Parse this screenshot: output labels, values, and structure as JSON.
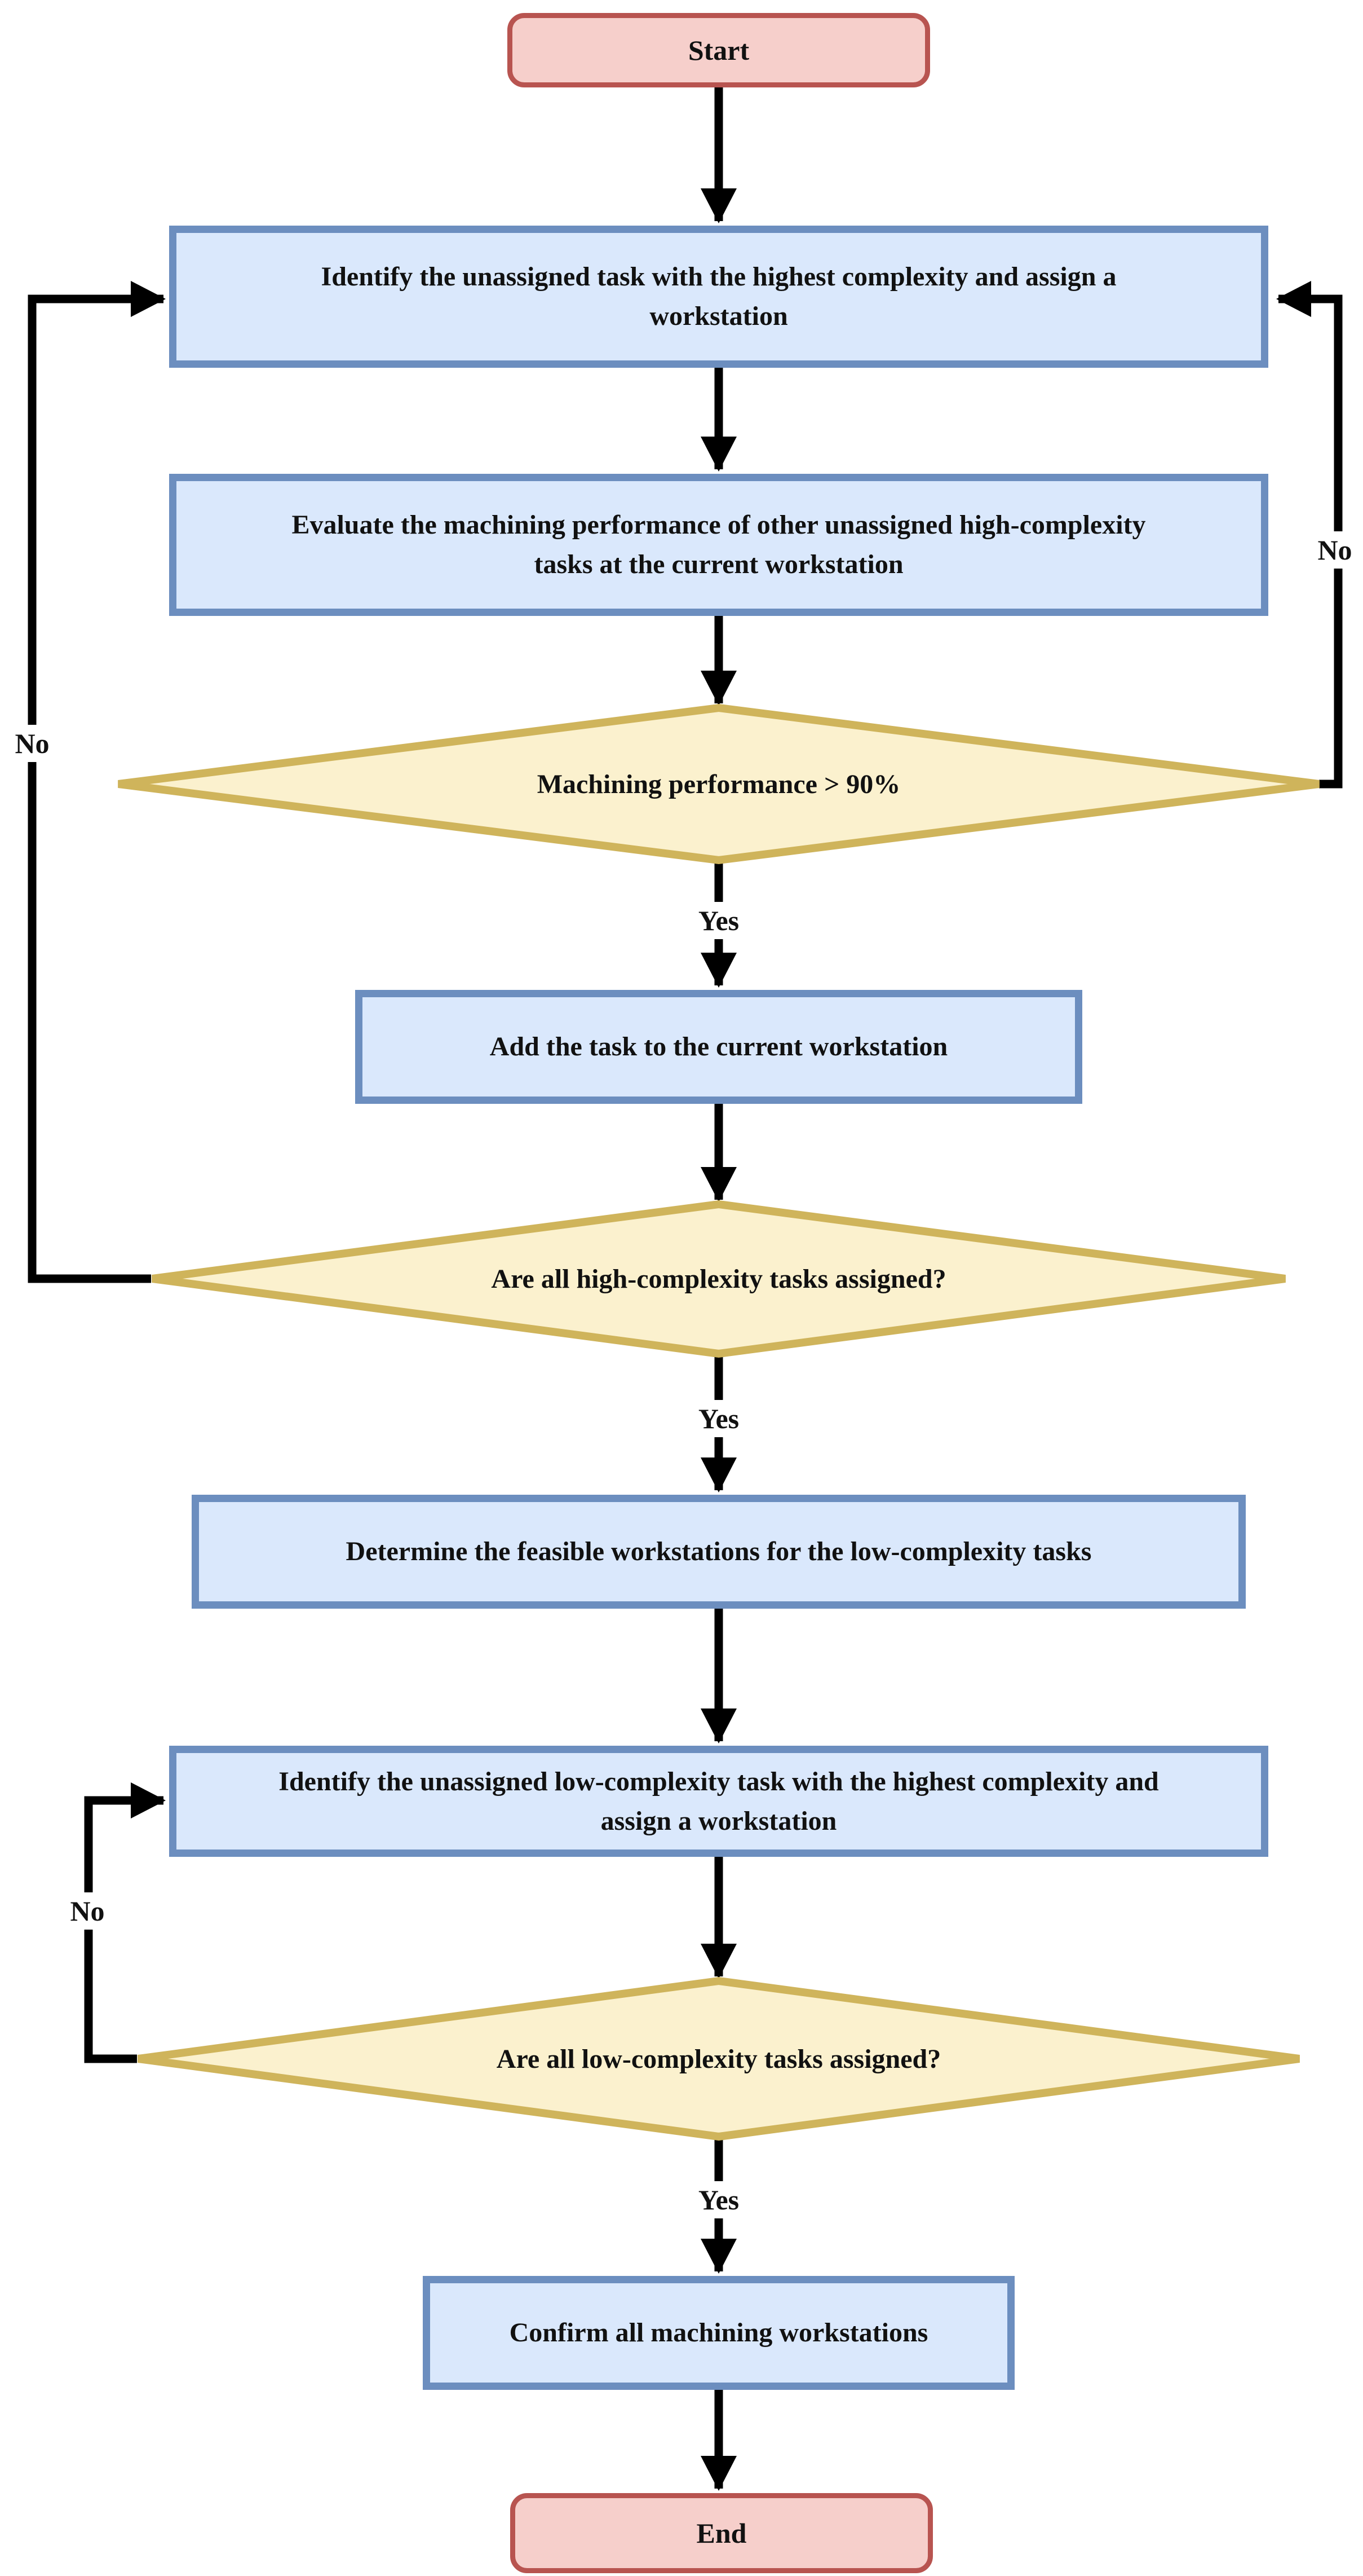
{
  "colors": {
    "process_fill": "#DAE8FC",
    "process_border": "#6C8EBF",
    "decision_fill": "#FBF1CE",
    "decision_border": "#CFB45B",
    "terminal_fill": "#F6CFCB",
    "terminal_border": "#B85450",
    "connector": "#000000",
    "text": "#111111",
    "background": "#FFFFFF"
  },
  "nodes": {
    "start": {
      "type": "terminal",
      "label": "Start"
    },
    "identify_high": {
      "type": "process",
      "label": "Identify the unassigned task with the highest complexity and assign a workstation"
    },
    "evaluate_performance": {
      "type": "process",
      "label": "Evaluate the machining performance of other unassigned high-complexity tasks at the current workstation"
    },
    "performance_check": {
      "type": "decision",
      "label": "Machining performance > 90%"
    },
    "add_task": {
      "type": "process",
      "label": "Add the task to the current workstation"
    },
    "high_tasks_check": {
      "type": "decision",
      "label": "Are all high-complexity tasks assigned?"
    },
    "determine_feasible": {
      "type": "process",
      "label": "Determine the feasible workstations for the low-complexity tasks"
    },
    "identify_low": {
      "type": "process",
      "label": "Identify the unassigned low-complexity task with the highest complexity and assign a workstation"
    },
    "low_tasks_check": {
      "type": "decision",
      "label": "Are all low-complexity tasks assigned?"
    },
    "confirm_workstations": {
      "type": "process",
      "label": "Confirm all machining workstations"
    },
    "end": {
      "type": "terminal",
      "label": "End"
    }
  },
  "edge_labels": {
    "performance_yes": "Yes",
    "performance_no": "No",
    "high_tasks_yes": "Yes",
    "high_tasks_no": "No",
    "low_tasks_yes": "Yes",
    "low_tasks_no": "No"
  }
}
